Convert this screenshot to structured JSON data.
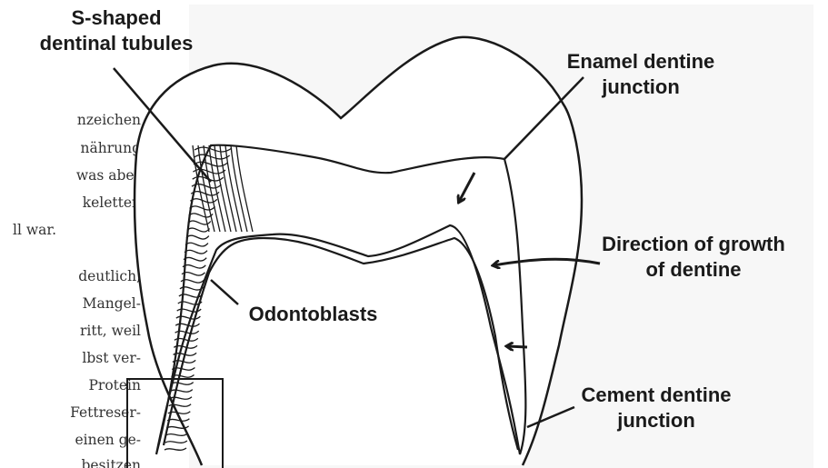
{
  "background_text": {
    "lines": [
      "nzeichen",
      "nährung",
      "was aber",
      "keletten",
      "ll war.",
      "deutlich,",
      "Mangel-",
      "ritt, weil",
      "lbst ver-",
      "Protein",
      "Fettreser-",
      "einen ge-",
      "besitzen"
    ]
  },
  "labels": {
    "tubules": [
      "S-shaped",
      "dentinal tubules"
    ],
    "enamel_junction": [
      "Enamel dentine",
      "junction"
    ],
    "growth": [
      "Direction of growth",
      "of dentine"
    ],
    "odontoblasts": "Odontoblasts",
    "cement_junction": [
      "Cement dentine",
      "junction"
    ]
  },
  "colors": {
    "stroke": "#1a1a1a",
    "panel": "#f7f7f7"
  }
}
